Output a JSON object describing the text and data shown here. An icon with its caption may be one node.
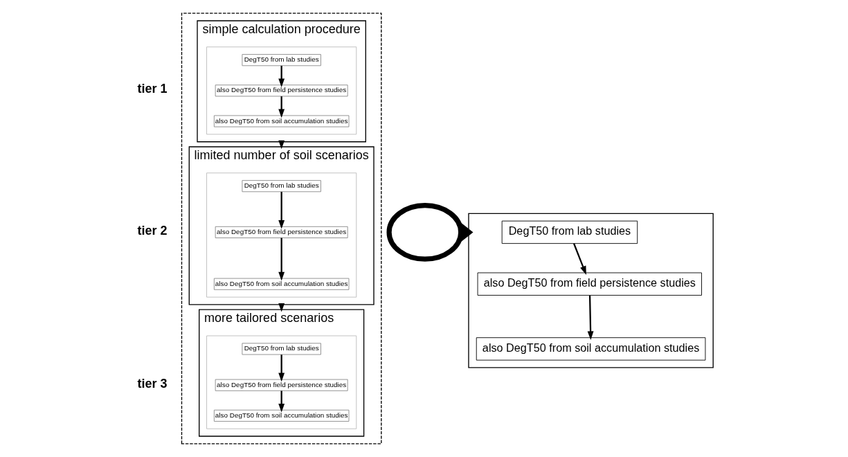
{
  "diagram": {
    "nodes": [
      {
        "text": [],
        "shape": "box"
      },
      {
        "text": [
          "simple calculation procedure"
        ],
        "in": 0
      },
      {
        "text": [],
        "shape": "box",
        "in": 1
      },
      {
        "text": [
          "DegT50 from lab studies"
        ],
        "in": 2
      },
      {
        "text": [
          "also DegT50 from field persistence studies"
        ],
        "in": 2
      },
      {
        "text": [
          "also DegT50 from soil accumulation studies"
        ],
        "in": 2
      },
      {
        "text": [
          "limited number of soil scenarios"
        ],
        "in": 0
      },
      {
        "text": [],
        "shape": "ellipse"
      },
      {
        "text": [],
        "shape": "box",
        "in": 6
      },
      {
        "text": [
          "DegT50 from lab studies"
        ],
        "in": 8
      },
      {
        "text": [
          "also DegT50 from field persistence studies"
        ],
        "in": 8
      },
      {
        "text": [
          "also DegT50 from soil accumulation studies"
        ],
        "in": 8
      },
      {
        "text": [
          "more tailored scenarios"
        ],
        "in": 0
      },
      {
        "text": [],
        "shape": "box",
        "in": 12
      },
      {
        "text": [
          "DegT50 from lab studies"
        ],
        "in": 13
      },
      {
        "text": [
          "also DegT50 from field persistence studies"
        ],
        "in": 13
      },
      {
        "text": [
          "also DegT50 from soil accumulation studies"
        ],
        "in": 13
      },
      {
        "text": [],
        "shape": "box"
      },
      {
        "text": [
          "DegT50 from lab studies"
        ],
        "in": 17
      },
      {
        "text": [
          "also DegT50 from field persistence studies"
        ],
        "in": 17
      },
      {
        "text": [
          "also DegT50 from soil accumulation studies"
        ],
        "in": 17
      }
    ],
    "edges": [
      {
        "from": 1,
        "to": 6,
        "arrow": "to"
      },
      {
        "from": 6,
        "to": 12,
        "arrow": "to"
      },
      {
        "from": 3,
        "to": 4,
        "arrow": "to"
      },
      {
        "from": 4,
        "to": 5,
        "arrow": "to"
      },
      {
        "from": 9,
        "to": 10,
        "arrow": "to"
      },
      {
        "from": 10,
        "to": 11,
        "arrow": "to"
      },
      {
        "from": 14,
        "to": 15,
        "arrow": "to"
      },
      {
        "from": 15,
        "to": 16,
        "arrow": "to"
      },
      {
        "from": 7,
        "to": 17,
        "arrow": "to",
        "style": "thick"
      },
      {
        "from": 18,
        "to": 19,
        "arrow": "to"
      },
      {
        "from": 19,
        "to": 20,
        "arrow": "to"
      }
    ],
    "labels": [
      "tier 1",
      "tier 2",
      "tier 3"
    ]
  }
}
